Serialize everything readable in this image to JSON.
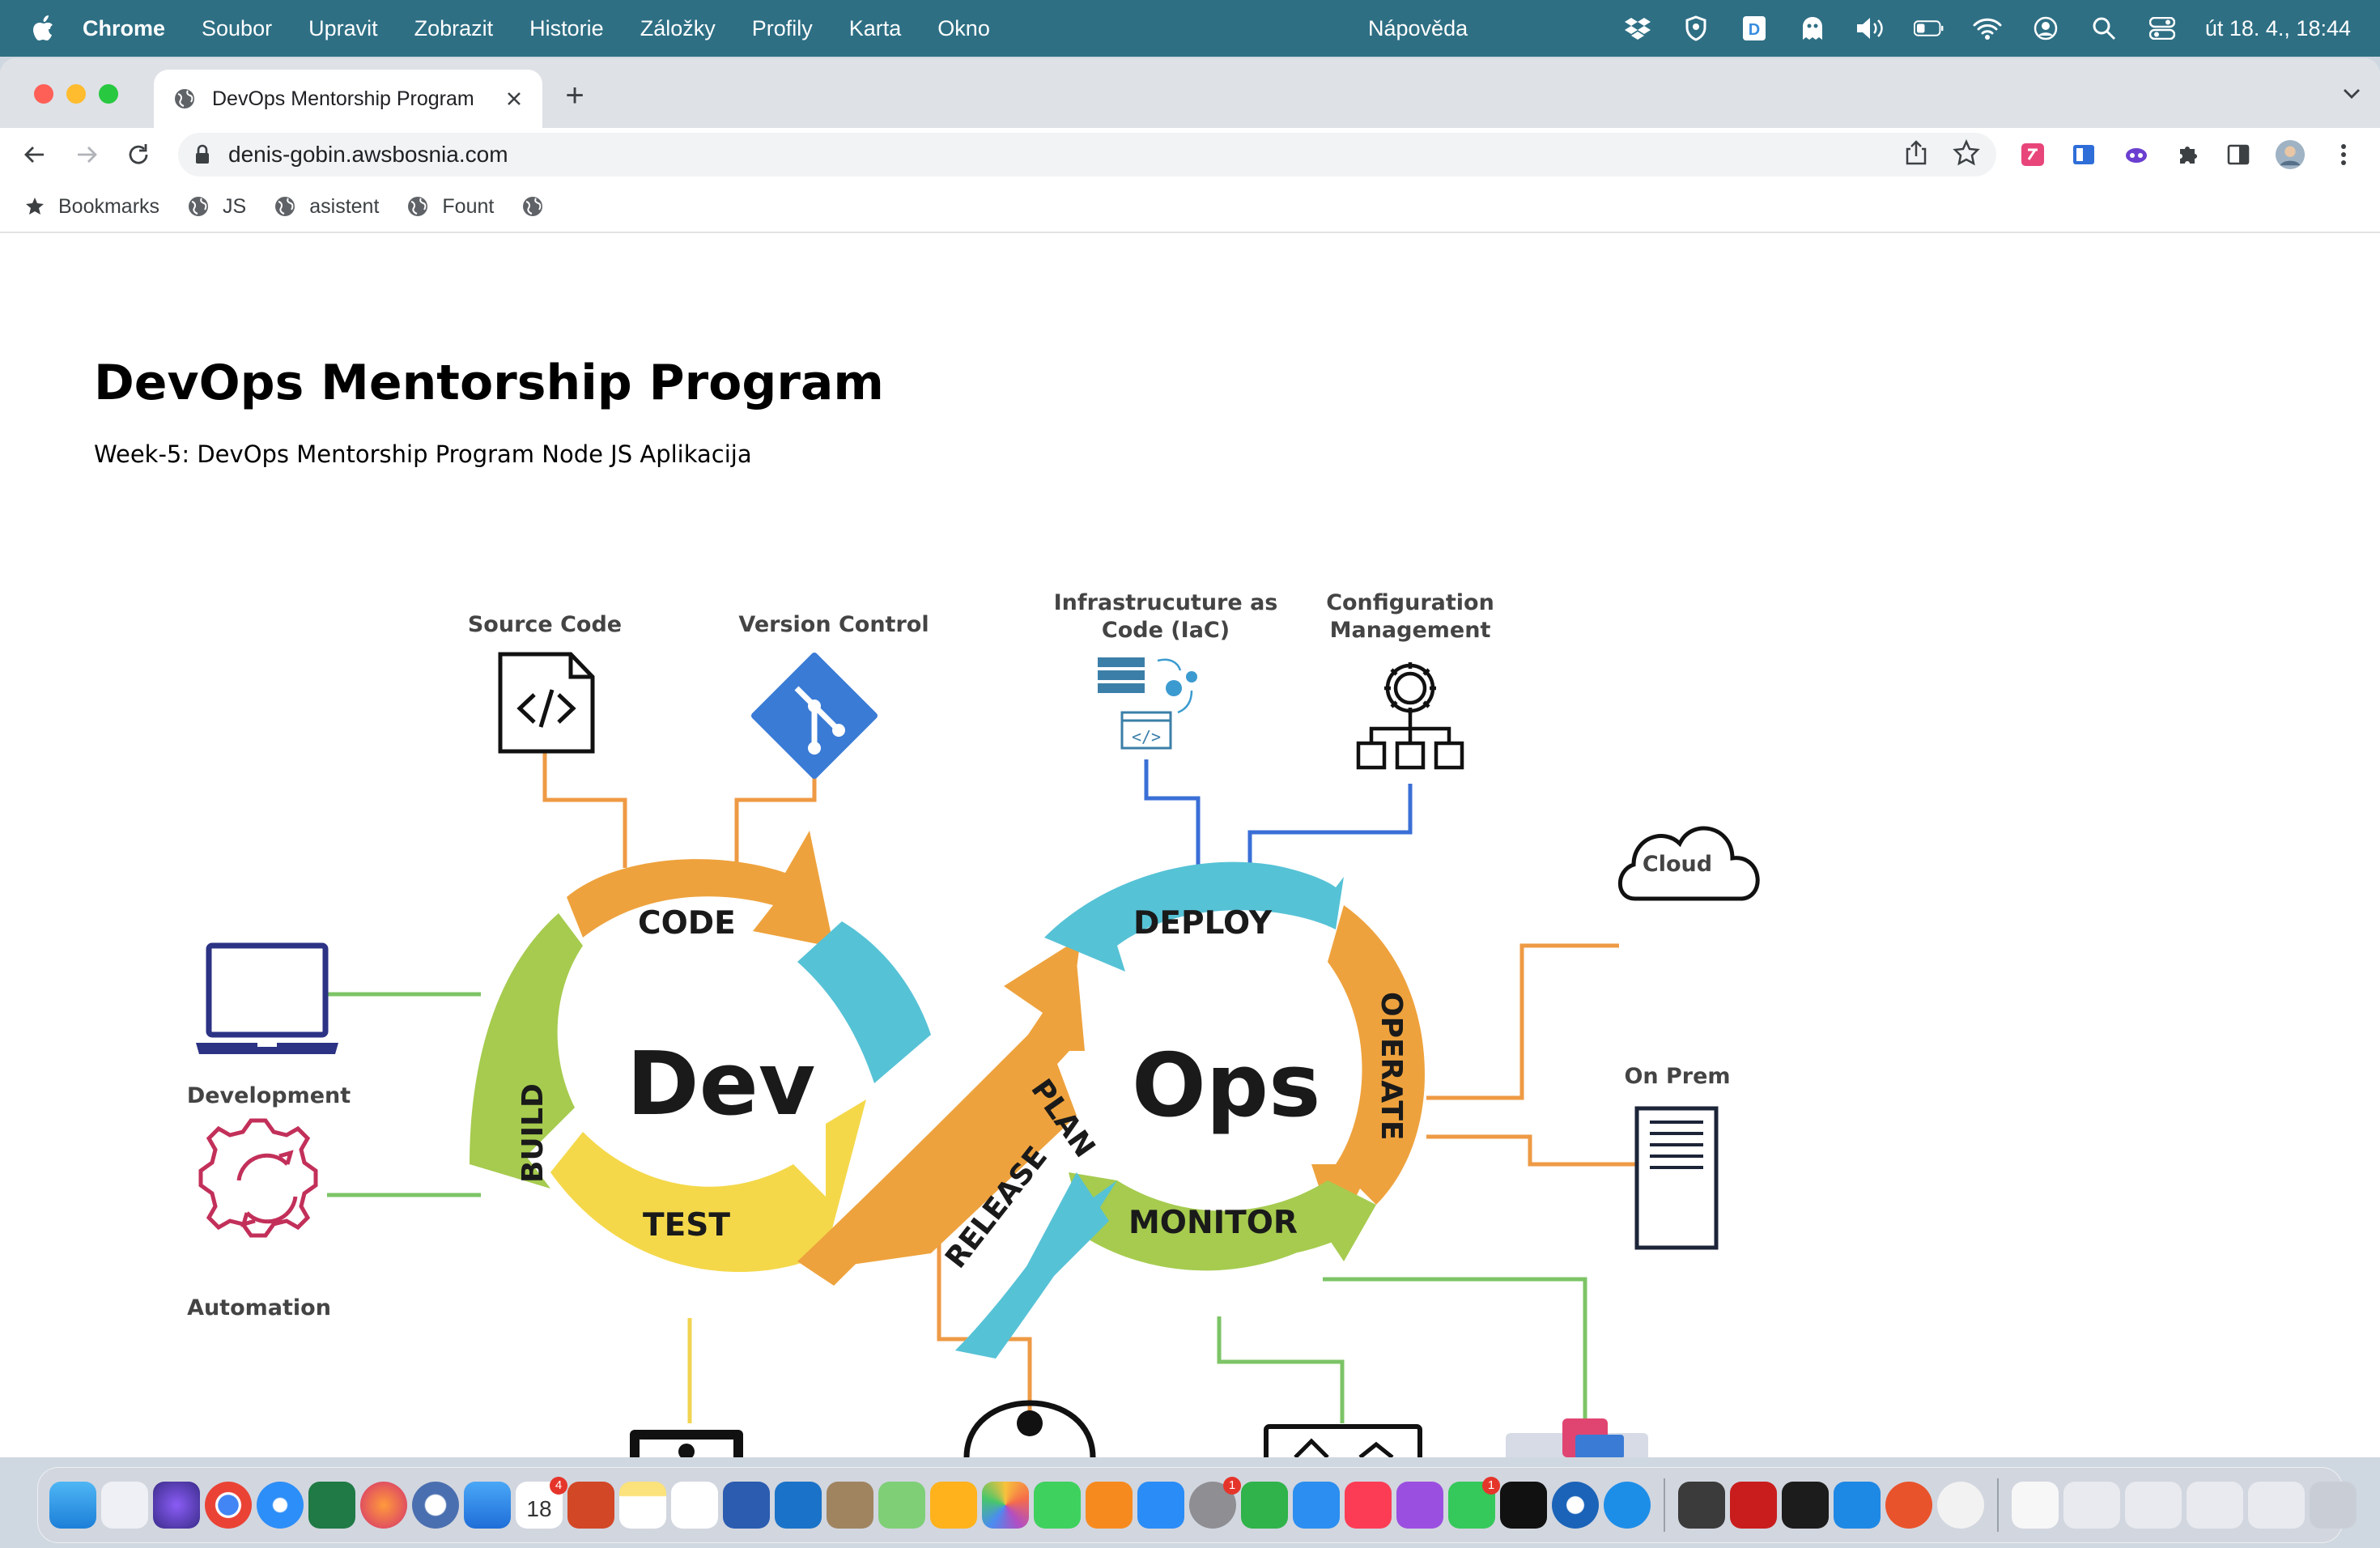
{
  "menubar": {
    "app_name": "Chrome",
    "items": [
      "Soubor",
      "Upravit",
      "Zobrazit",
      "Historie",
      "Záložky",
      "Profily",
      "Karta",
      "Okno"
    ],
    "help": "Nápověda",
    "clock": "út 18. 4., 18:44",
    "status_icons": [
      "dropbox-icon",
      "shield-icon",
      "notes-app-icon",
      "ghost-icon",
      "volume-icon",
      "battery-icon",
      "wifi-icon",
      "user-icon",
      "spotlight-icon",
      "control-center-icon"
    ]
  },
  "browser": {
    "tab_title": "DevOps Mentorship Program",
    "url": "denis-gobin.awsbosnia.com",
    "bookmarks": [
      "Bookmarks",
      "JS",
      "asistent",
      "Fount"
    ]
  },
  "page": {
    "title": "DevOps Mentorship Program",
    "subtitle": "Week-5: DevOps Mentorship Program Node JS Aplikacija"
  },
  "diagram": {
    "left_lobe": "Dev",
    "right_lobe": "Ops",
    "stages": {
      "code": "CODE",
      "plan": "PLAN",
      "build": "BUILD",
      "test": "TEST",
      "release": "RELEASE",
      "deploy": "DEPLOY",
      "operate": "OPERATE",
      "monitor": "MONITOR"
    },
    "labels": {
      "source_code": "Source Code",
      "version_control": "Version Control",
      "iac_1": "Infrastrucuture as",
      "iac_2": "Code (IaC)",
      "cm_1": "Configuration",
      "cm_2": "Management",
      "cloud": "Cloud",
      "on_prem": "On Prem",
      "development": "Development",
      "automation": "Automation"
    },
    "colors": {
      "orange": "#eea23d",
      "cyan": "#56c2d6",
      "green": "#a6cb4f",
      "yellow": "#f4d84a",
      "git_blue": "#3a7bd5",
      "navy": "#2c3284",
      "crimson": "#c2305a",
      "connector_orange": "#ee9a45",
      "connector_blue": "#3a6fd6",
      "connector_green": "#7cc466",
      "connector_yellow": "#f2d350"
    }
  },
  "dock": {
    "badges": {
      "calendar_date": "18",
      "calendar_badge": "4",
      "settings_badge": "1",
      "messages_badge": "1"
    }
  }
}
